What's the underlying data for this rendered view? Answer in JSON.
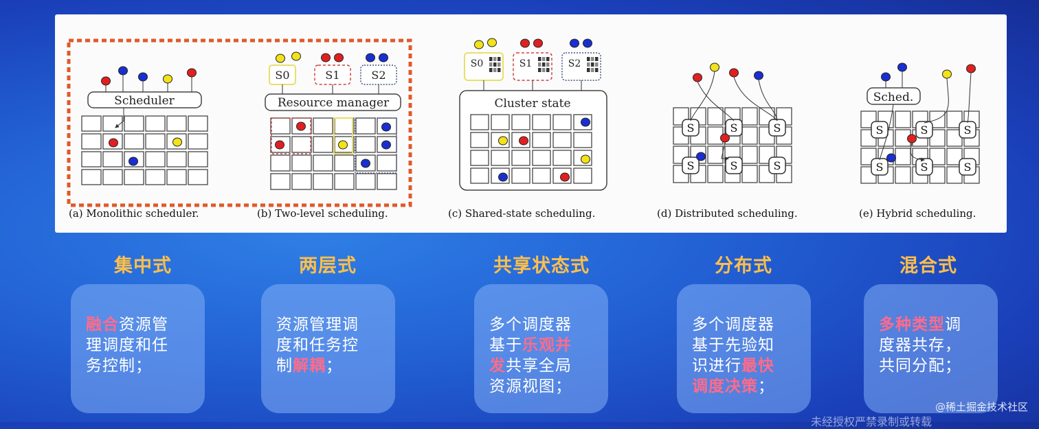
{
  "diagram": {
    "scheduler_label": "Scheduler",
    "resource_manager_label": "Resource manager",
    "cluster_state_label": "Cluster state",
    "sched_label": "Sched.",
    "sub_schedulers": [
      "S0",
      "S1",
      "S2"
    ],
    "node_label": "S",
    "captions": [
      "(a) Monolithic scheduler.",
      "(b) Two-level scheduling.",
      "(c) Shared-state scheduling.",
      "(d) Distributed scheduling.",
      "(e) Hybrid scheduling."
    ],
    "colors": {
      "red": "#e02020",
      "blue": "#1a2fd0",
      "yellow": "#f2e21a",
      "dashed_border": "#e05a2a"
    }
  },
  "columns": [
    {
      "heading": "集中式",
      "lines": [
        [
          {
            "t": "融合",
            "hl": true
          },
          {
            "t": "资源管"
          }
        ],
        [
          {
            "t": "理调度和任"
          }
        ],
        [
          {
            "t": "务控制；"
          }
        ]
      ]
    },
    {
      "heading": "两层式",
      "lines": [
        [
          {
            "t": "资源管理调"
          }
        ],
        [
          {
            "t": "度和任务控"
          }
        ],
        [
          {
            "t": "制"
          },
          {
            "t": "解耦",
            "hl": true
          },
          {
            "t": "；"
          }
        ]
      ]
    },
    {
      "heading": "共享状态式",
      "lines": [
        [
          {
            "t": "多个调度器"
          }
        ],
        [
          {
            "t": "基于"
          },
          {
            "t": "乐观并",
            "hl": true
          }
        ],
        [
          {
            "t": "发",
            "hl": true
          },
          {
            "t": "共享全局"
          }
        ],
        [
          {
            "t": "资源视图；"
          }
        ]
      ]
    },
    {
      "heading": "分布式",
      "lines": [
        [
          {
            "t": "多个调度器"
          }
        ],
        [
          {
            "t": "基于先验知"
          }
        ],
        [
          {
            "t": "识进行"
          },
          {
            "t": "最快",
            "hl": true
          }
        ],
        [
          {
            "t": "调度决策",
            "hl": true
          },
          {
            "t": "；"
          }
        ]
      ]
    },
    {
      "heading": "混合式",
      "lines": [
        [
          {
            "t": "多种类型",
            "hl": true
          },
          {
            "t": "调"
          }
        ],
        [
          {
            "t": "度器共存，"
          }
        ],
        [
          {
            "t": "共同分配；"
          }
        ]
      ]
    }
  ],
  "watermark": "@稀土掘金技术社区",
  "footer_note": "未经授权严禁录制或转载",
  "theme": {
    "heading_color": "#ffbf4a",
    "highlight_color": "#ff6b8a"
  }
}
